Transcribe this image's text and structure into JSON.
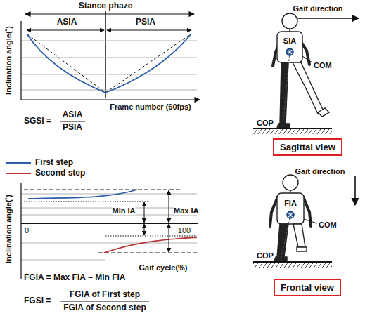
{
  "diagram": {
    "nodes": [
      {
        "text": [
          "Sagittal view"
        ]
      },
      {
        "text": [
          "Frontal view"
        ]
      }
    ],
    "labels": [
      "Stance phaze",
      "ASIA",
      "PSIA",
      "Inclination angle(˚)",
      "Frame number (60fps)",
      "SGSI =",
      "ASIA",
      "PSIA",
      "Gait direction",
      "SIA",
      "COM",
      "COP",
      "Min IA",
      "Max IA",
      "Inclination angle(˚)",
      "0",
      "100",
      "Gait cycle(%)",
      "FGIA = Max FIA − Min FIA",
      "FGSI =",
      "FGIA of First step",
      "FGIA of Second step",
      "Gait direction",
      "FIA",
      "COM",
      "COP"
    ],
    "legend": [
      {
        "text": "First step"
      },
      {
        "text": "Second step"
      }
    ]
  }
}
